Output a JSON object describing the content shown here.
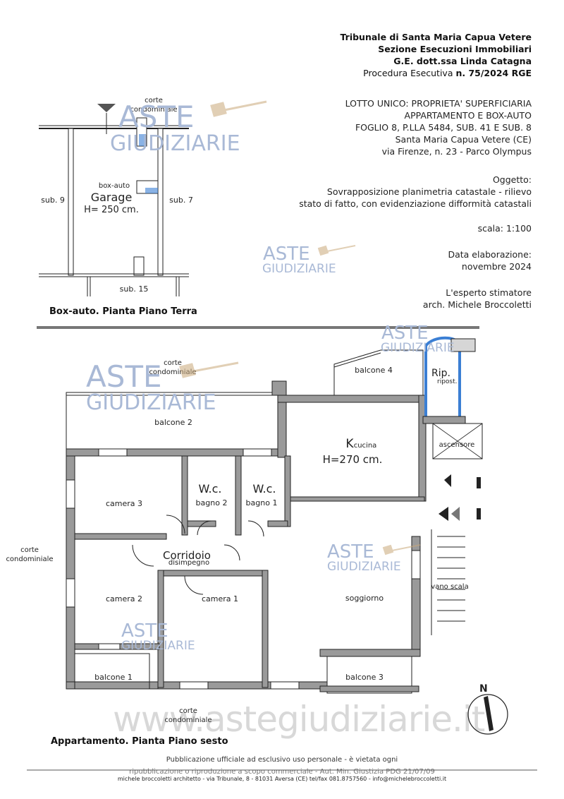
{
  "header": {
    "line1": "Tribunale di Santa Maria Capua Vetere",
    "line2": "Sezione Esecuzioni Immobiliari",
    "line3": "G.E. dott.ssa Linda Catagna",
    "line4_prefix": "Procedura Esecutiva ",
    "line4_bold": "n. 75/2024 RGE"
  },
  "lotto": {
    "line1": "LOTTO UNICO: PROPRIETA' SUPERFICIARIA",
    "line2": "APPARTAMENTO E BOX-AUTO",
    "line3": "FOGLIO 8, P.LLA 5484, SUB. 41 E SUB. 8",
    "line4": "Santa Maria Capua Vetere (CE)",
    "line5": "via Firenze, n. 23 - Parco Olympus"
  },
  "oggetto": {
    "label": "Oggetto:",
    "line1": "Sovrapposizione planimetria catastale - rilievo",
    "line2": "stato di fatto, con evidenziazione difformità catastali"
  },
  "scala": "scala: 1:100",
  "data_elaborazione": {
    "label": "Data elaborazione:",
    "value": "novembre 2024"
  },
  "esperto": {
    "label": "L'esperto stimatore",
    "name": "arch. Michele Broccoletti"
  },
  "box": {
    "corte_1": "corte",
    "corte_2": "condominiale",
    "box_label": "box-auto",
    "garage": "Garage",
    "height": "H= 250 cm.",
    "sub9": "sub. 9",
    "sub7": "sub. 7",
    "sub15": "sub. 15",
    "caption": "Box-auto. Pianta Piano Terra"
  },
  "apt": {
    "corte_top_1": "corte",
    "corte_top_2": "condominiale",
    "balcone4": "balcone 4",
    "rip": "Rip.",
    "ripost": "ripost.",
    "balcone2": "balcone 2",
    "k": "K",
    "cucina": "cucina",
    "kh": "H=270 cm.",
    "ascensore": "ascensore",
    "wc1": "W.c.",
    "bagno2": "bagno 2",
    "wc2": "W.c.",
    "bagno1": "bagno 1",
    "camera3": "camera 3",
    "corridoio": "Corridoio",
    "disimpegno": "disimpegno",
    "corte_left_1": "corte",
    "corte_left_2": "condominiale",
    "camera2": "camera 2",
    "camera1": "camera 1",
    "soggiorno": "soggiorno",
    "vano_scala": "vano scala",
    "balcone1": "balcone 1",
    "balcone3": "balcone 3",
    "corte_bottom_1": "corte",
    "corte_bottom_2": "condominiale",
    "north": "N",
    "caption": "Appartamento. Pianta Piano sesto"
  },
  "watermarks": {
    "aste": "ASTE",
    "giudiziarie": "GIUDIZIARIE",
    "site": "www.astegiudiziarie.it"
  },
  "footer": {
    "note1": "Pubblicazione ufficiale ad esclusivo uso personale - è vietata ogni",
    "note2": "ripubblicazione o riproduzione a scopo commerciale - Aut. Min. Giustizia PDG 21/07/09",
    "contact": "michele broccoletti architetto - via Tribunale, 8 - 81031 Aversa (CE) tel/fax 081.8757560 - info@michelebroccoletti.it"
  },
  "colors": {
    "wall": "#9a9a9a",
    "line": "#222222",
    "diff": "#3b7fd4",
    "watermark": "#a9b9d6"
  }
}
